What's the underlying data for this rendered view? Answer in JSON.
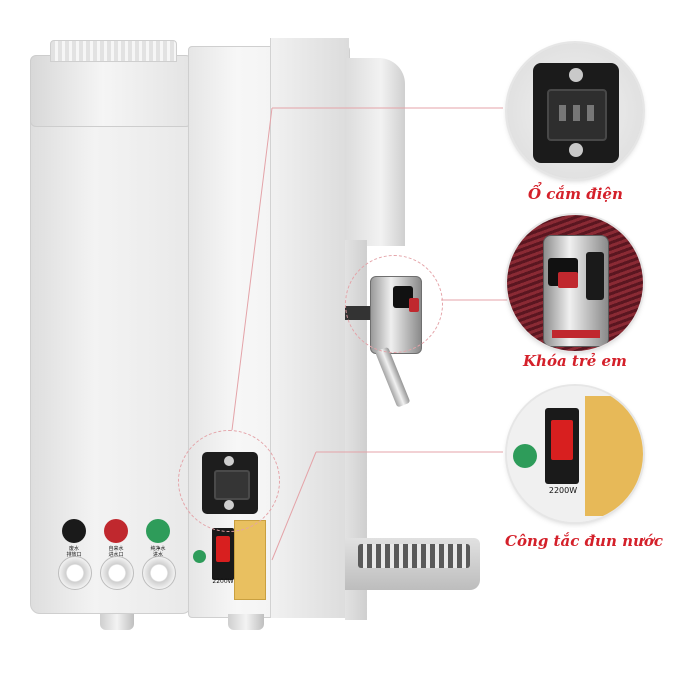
{
  "callouts": [
    {
      "label": "Ổ cắm điện"
    },
    {
      "label": "Khóa trẻ em"
    },
    {
      "label": "Công tắc đun nước"
    }
  ],
  "switch": {
    "wattage": "2200W"
  },
  "ports": [
    {
      "label": "废水\n排放口"
    },
    {
      "label": "自来水\n进水口"
    },
    {
      "label": "纯净水\n进水"
    }
  ],
  "colors": {
    "accent": "#d4202a",
    "dot_black": "#1a1a1a",
    "dot_red": "#c0282e",
    "dot_green": "#2e9c5a"
  }
}
